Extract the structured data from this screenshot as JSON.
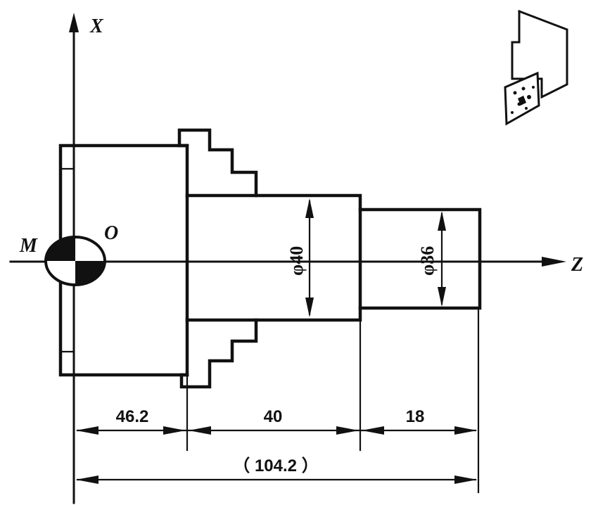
{
  "axes": {
    "x_label": "X",
    "z_label": "Z"
  },
  "points": {
    "machine_origin": "M",
    "workpiece_origin": "O"
  },
  "diameters": {
    "large": "φ40",
    "small": "φ36"
  },
  "dimensions": {
    "chuck_offset": "46.2",
    "large_step_length": "40",
    "small_step_length": "18",
    "total_length": "（ 104.2 ）"
  }
}
